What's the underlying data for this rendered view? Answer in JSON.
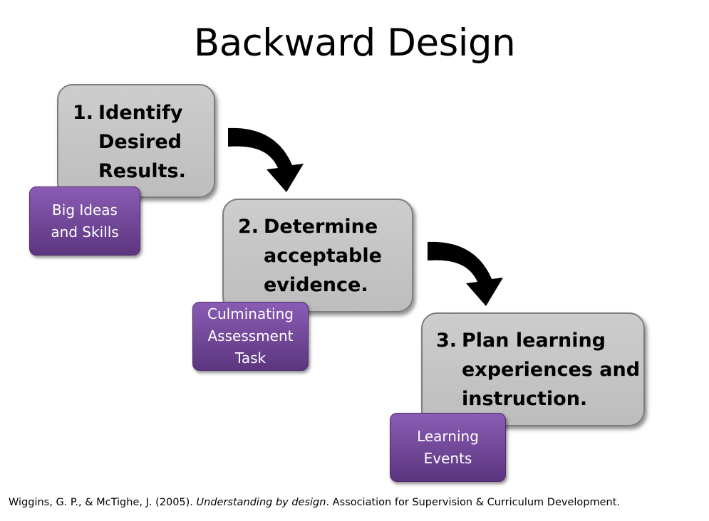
{
  "title": "Backward Design",
  "steps": [
    {
      "number": "1.",
      "lines": [
        "Identify",
        "Desired",
        "Results."
      ],
      "tag_lines": [
        "Big Ideas",
        "and Skills"
      ]
    },
    {
      "number": "2.",
      "lines": [
        "Determine",
        "acceptable",
        "evidence."
      ],
      "tag_lines": [
        "Culminating",
        "Assessment",
        "Task"
      ]
    },
    {
      "number": "3.",
      "lines": [
        "Plan learning",
        "experiences and",
        "instruction."
      ],
      "tag_lines": [
        "Learning",
        "Events"
      ]
    }
  ],
  "citation": {
    "authors": "Wiggins, G. P., & McTighe, J. (2005).",
    "book_title": "Understanding by design",
    "publisher": ". Association for Supervision & Curriculum Development."
  },
  "colors": {
    "step_fill": "#c4c4c4",
    "tag_fill": "#7a4ea3",
    "arrow": "#000000"
  }
}
